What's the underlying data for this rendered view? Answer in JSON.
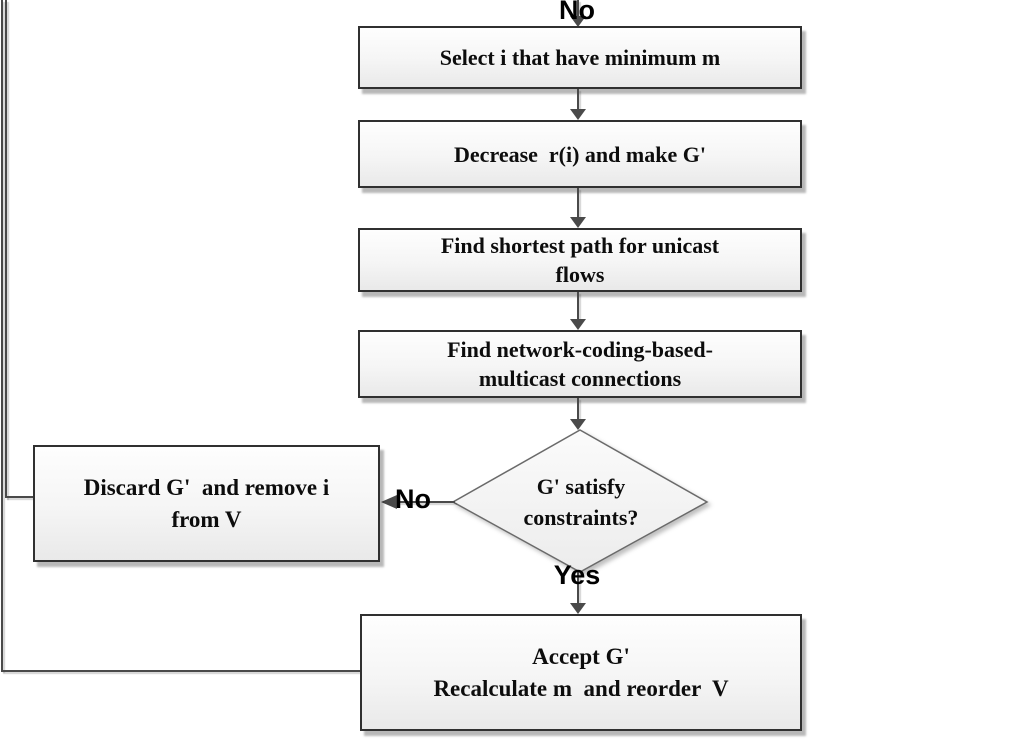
{
  "diagram": {
    "type": "flowchart",
    "colors": {
      "background": "#ffffff",
      "box_fill_top": "#fefefe",
      "box_fill_bottom": "#e9e9e9",
      "box_border": "#303030",
      "diamond_border": "#6a6a6a",
      "connector": "#4a4a4a",
      "text": "#0d0d0d"
    },
    "nodes": [
      {
        "id": "select-minimum",
        "shape": "process",
        "lines": [
          "Select i that have minimum m"
        ]
      },
      {
        "id": "decrease-make-g",
        "shape": "process",
        "lines": [
          "Decrease  r(i) and make G'"
        ]
      },
      {
        "id": "find-shortest-path",
        "shape": "process",
        "lines": [
          "Find shortest path for unicast",
          "flows"
        ]
      },
      {
        "id": "find-network-coding",
        "shape": "process",
        "lines": [
          "Find network-coding-based-",
          "multicast connections"
        ]
      },
      {
        "id": "constraints-decision",
        "shape": "decision",
        "lines": [
          "G' satisfy",
          "constraints?"
        ]
      },
      {
        "id": "discard-remove",
        "shape": "process",
        "lines": [
          "Discard G'  and remove i",
          "from V"
        ]
      },
      {
        "id": "accept-recalculate",
        "shape": "process",
        "lines": [
          "Accept G'",
          "Recalculate m  and reorder  V"
        ]
      }
    ],
    "edge_labels": {
      "incoming_no": "No",
      "decision_no": "No",
      "decision_yes": "Yes"
    }
  }
}
